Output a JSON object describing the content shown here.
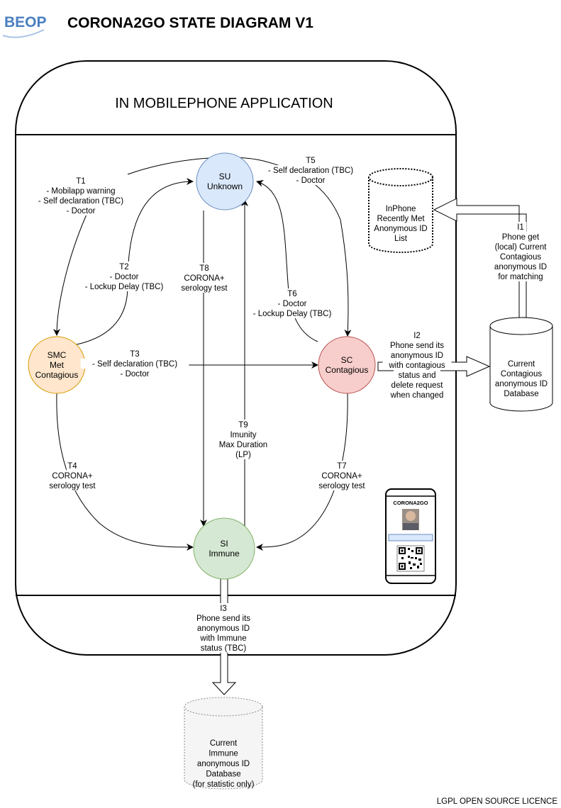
{
  "logo": {
    "text": "BEOP",
    "color_a": "#4a7fc1",
    "color_b": "#a9c3e6"
  },
  "title": "CORONA2GO STATE DIAGRAM V1",
  "container_title": "IN MOBILEPHONE APPLICATION",
  "licence": "LGPL OPEN SOURCE LICENCE",
  "states": {
    "su": {
      "lines": [
        "SU",
        "Unknown"
      ],
      "fill": "#dae8fc",
      "stroke": "#6c8ebf"
    },
    "smc": {
      "lines": [
        "SMC",
        "Met",
        "Contagious"
      ],
      "fill": "#ffe6cc",
      "stroke": "#d79b00"
    },
    "sc": {
      "lines": [
        "SC",
        "Contagious"
      ],
      "fill": "#f8cecc",
      "stroke": "#b85450"
    },
    "si": {
      "lines": [
        "SI",
        "Immune"
      ],
      "fill": "#d5e8d4",
      "stroke": "#82b366"
    }
  },
  "transitions": {
    "t1": [
      "T1",
      "- Mobilapp warning",
      "- Self declaration (TBC)",
      "- Doctor"
    ],
    "t2": [
      "T2",
      "- Doctor",
      "- Lockup Delay (TBC)"
    ],
    "t3": [
      "T3",
      "- Self declaration (TBC)",
      "- Doctor"
    ],
    "t4": [
      "T4",
      "CORONA+",
      "serology test"
    ],
    "t5": [
      "T5",
      "- Self declaration (TBC)",
      "- Doctor"
    ],
    "t6": [
      "T6",
      "- Doctor",
      "- Lockup Delay (TBC)"
    ],
    "t7": [
      "T7",
      "CORONA+",
      "serology test"
    ],
    "t8": [
      "T8",
      "CORONA+",
      "serology test"
    ],
    "t9": [
      "T9",
      "Imunity",
      "Max Duration",
      "(LP)"
    ]
  },
  "interactions": {
    "i1": [
      "I1",
      "Phone get",
      "(local) Current",
      "Contagious",
      "anonymous ID",
      "for matching"
    ],
    "i2": [
      "I2",
      "Phone send its",
      "anonymous ID",
      "with contagious",
      "status and",
      "delete request",
      "when changed"
    ],
    "i3": [
      "I3",
      "Phone send its",
      "anonymous ID",
      "with Immune",
      "status (TBC)"
    ]
  },
  "databases": {
    "inphone": [
      "InPhone",
      "Recently Met",
      "Anonymous ID",
      "List"
    ],
    "contagious": [
      "Current",
      "Contagious",
      "anonymous ID",
      "Database"
    ],
    "immune": [
      "Current",
      "Immune",
      "anonymous ID",
      "Database",
      "(for statistic only)"
    ]
  },
  "phone": {
    "app_name": "CORONA2GO"
  }
}
